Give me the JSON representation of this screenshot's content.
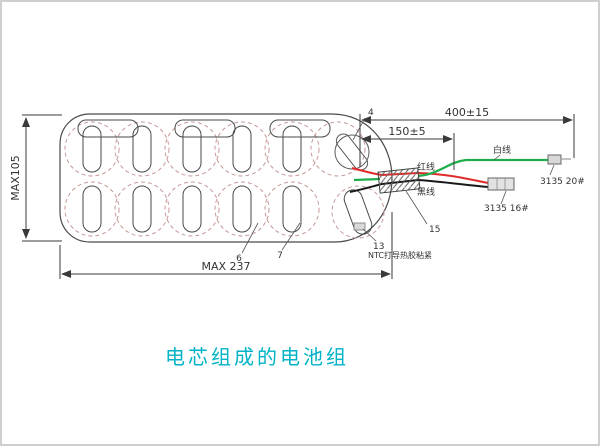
{
  "title": {
    "text": "电芯组成的电池组"
  },
  "dimensions": {
    "pack_height": "MAX105",
    "pack_width": "MAX 237",
    "wire_total_length": "400±15",
    "wire_section_length": "150±5"
  },
  "wire_labels": {
    "red_wire": "红线",
    "white_wire": "白线",
    "black_wire": "黑线"
  },
  "connector_labels": {
    "white_wire_connector": "3135  20#",
    "main_connector": "3135  16#"
  },
  "part_labels": {
    "part_4": "4",
    "part_6": "6",
    "part_7": "7",
    "part_13": "13",
    "part_15": "15",
    "ntc_note": "NTC打导热胶粘紧"
  },
  "colors": {
    "title": "#00b3c6",
    "wire_red": "#e02a2a",
    "wire_green": "#1fae4b",
    "wire_black": "#1a1a1a",
    "cell_dash": "#c79a99",
    "line": "#3a3a3a"
  }
}
